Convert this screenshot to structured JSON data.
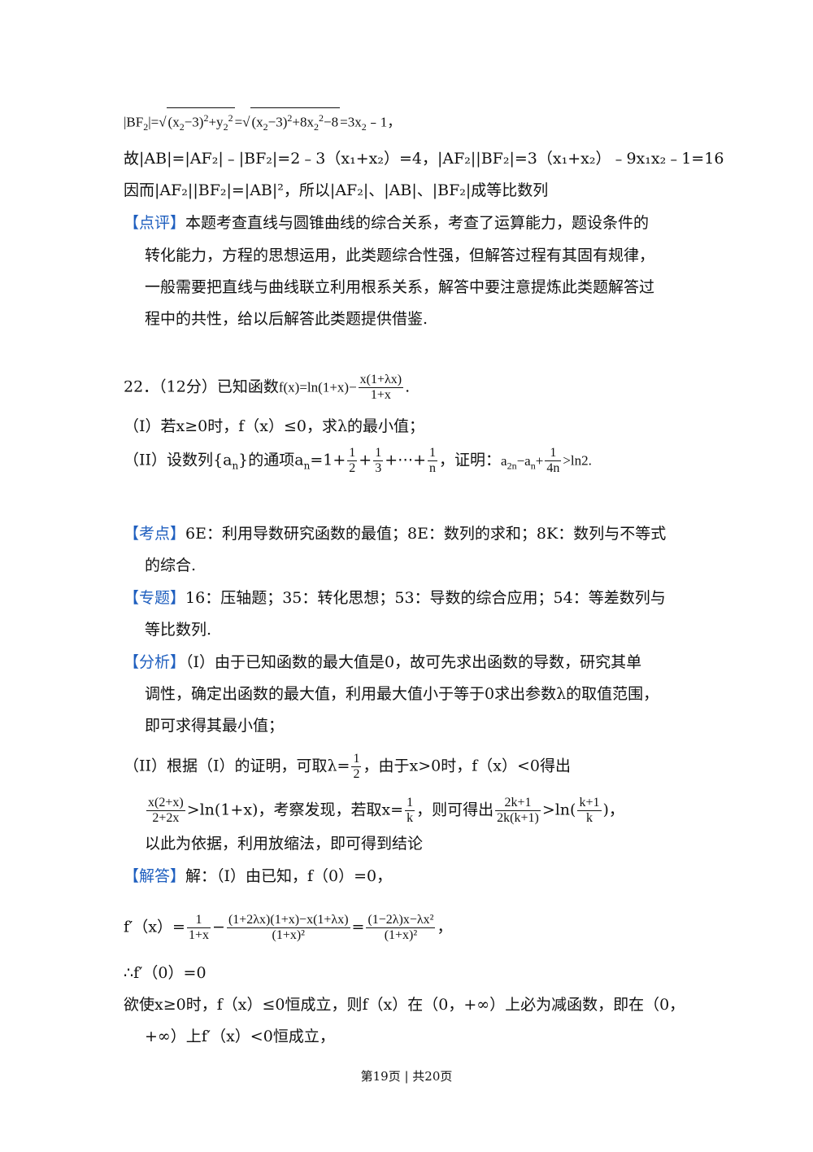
{
  "l1": {
    "a": "|BF",
    "b": "|=",
    "c": "(x",
    "d": "−3)",
    "e": "+y",
    "f": "=",
    "g": "(x",
    "h": "−3)",
    "i": "+8x",
    "j": "−8",
    "k": "=3x",
    "m": "﹣1，"
  },
  "l2": "故|AB|=|AF₂|﹣|BF₂|=2﹣3（x₁+x₂）=4，|AF₂||BF₂|=3（x₁+x₂）﹣9x₁x₂﹣1=16",
  "l3": "因而|AF₂||BF₂|=|AB|²，所以|AF₂|、|AB|、|BF₂|成等比数列",
  "dianping": {
    "tag": "【点评】",
    "t1": "本题考查直线与圆锥曲线的综合关系，考查了运算能力，题设条件的",
    "t2": "转化能力，方程的思想运用，此类题综合性强，但解答过程有其固有规律，",
    "t3": "一般需要把直线与曲线联立利用根系关系，解答中要注意提炼此类题解答过",
    "t4": "程中的共性，给以后解答此类题提供借鉴."
  },
  "q22": {
    "head": "22．（12分）已知函数",
    "fx": "f(x)=ln(1+x)−",
    "num": "x(1+λx)",
    "den": "1+x",
    "end": "."
  },
  "q1": "（I）若x≥0时，f（x）≤0，求λ的最小值；",
  "q2": {
    "a": "（II）设数列{a",
    "b": "}的通项a",
    "c": "=1+",
    "f1n": "1",
    "f1d": "2",
    "f2n": "1",
    "f2d": "3",
    "d": "+⋯+",
    "f3n": "1",
    "f3d": "n",
    "e": "，证明：",
    "g": "a",
    "h": "−a",
    "i": "+",
    "f4n": "1",
    "f4d": "4n",
    "j": ">ln2."
  },
  "kaodian": {
    "tag": "【考点】",
    "t1": "6E：利用导数研究函数的最值；8E：数列的求和；8K：数列与不等式",
    "t2": "的综合."
  },
  "zhuanti": {
    "tag": "【专题】",
    "t1": "16：压轴题；35：转化思想；53：导数的综合应用；54：等差数列与",
    "t2": "等比数列."
  },
  "fenxi": {
    "tag": "【分析】",
    "t1": "（I）由于已知函数的最大值是0，故可先求出函数的导数，研究其单",
    "t2": "调性，确定出函数的最大值，利用最大值小于等于0求出参数λ的取值范围，",
    "t3": "即可求得其最小值；"
  },
  "f2": {
    "a": "（II）根据（I）的证明，可取λ=",
    "fn": "1",
    "fd": "2",
    "b": "，由于x>0时，f（x）<0得出"
  },
  "f3": {
    "n1": "x(2+x)",
    "d1": "2+2x",
    "a": ">ln(1+x)，考察发现，若取x=",
    "n2": "1",
    "d2": "k",
    "b": "，则可得出",
    "n3": "2k+1",
    "d3": "2k(k+1)",
    "c": ">ln(",
    "n4": "k+1",
    "d4": "k",
    "e": ")，"
  },
  "f4": "以此为依据，利用放缩法，即可得到结论",
  "jieda": {
    "tag": "【解答】",
    "t": "解：（I）由已知，f（0）=0，"
  },
  "deriv": {
    "a": "f′（x）=",
    "n1": "1",
    "d1": "1+x",
    "m": "−",
    "n2": "(1+2λx)(1+x)−x(1+λx)",
    "d2": "(1+x)²",
    "eq": "=",
    "n3": "(1−2λ)x−λx²",
    "d3": "(1+x)²",
    "e": "，"
  },
  "s1": "∴f′（0）=0",
  "s2": "欲使x≥0时，f（x）≤0恒成立，则f（x）在（0，+∞）上必为减函数，即在（0，",
  "s3": "+∞）上f′（x）<0恒成立，",
  "footer": "第19页 | 共20页"
}
